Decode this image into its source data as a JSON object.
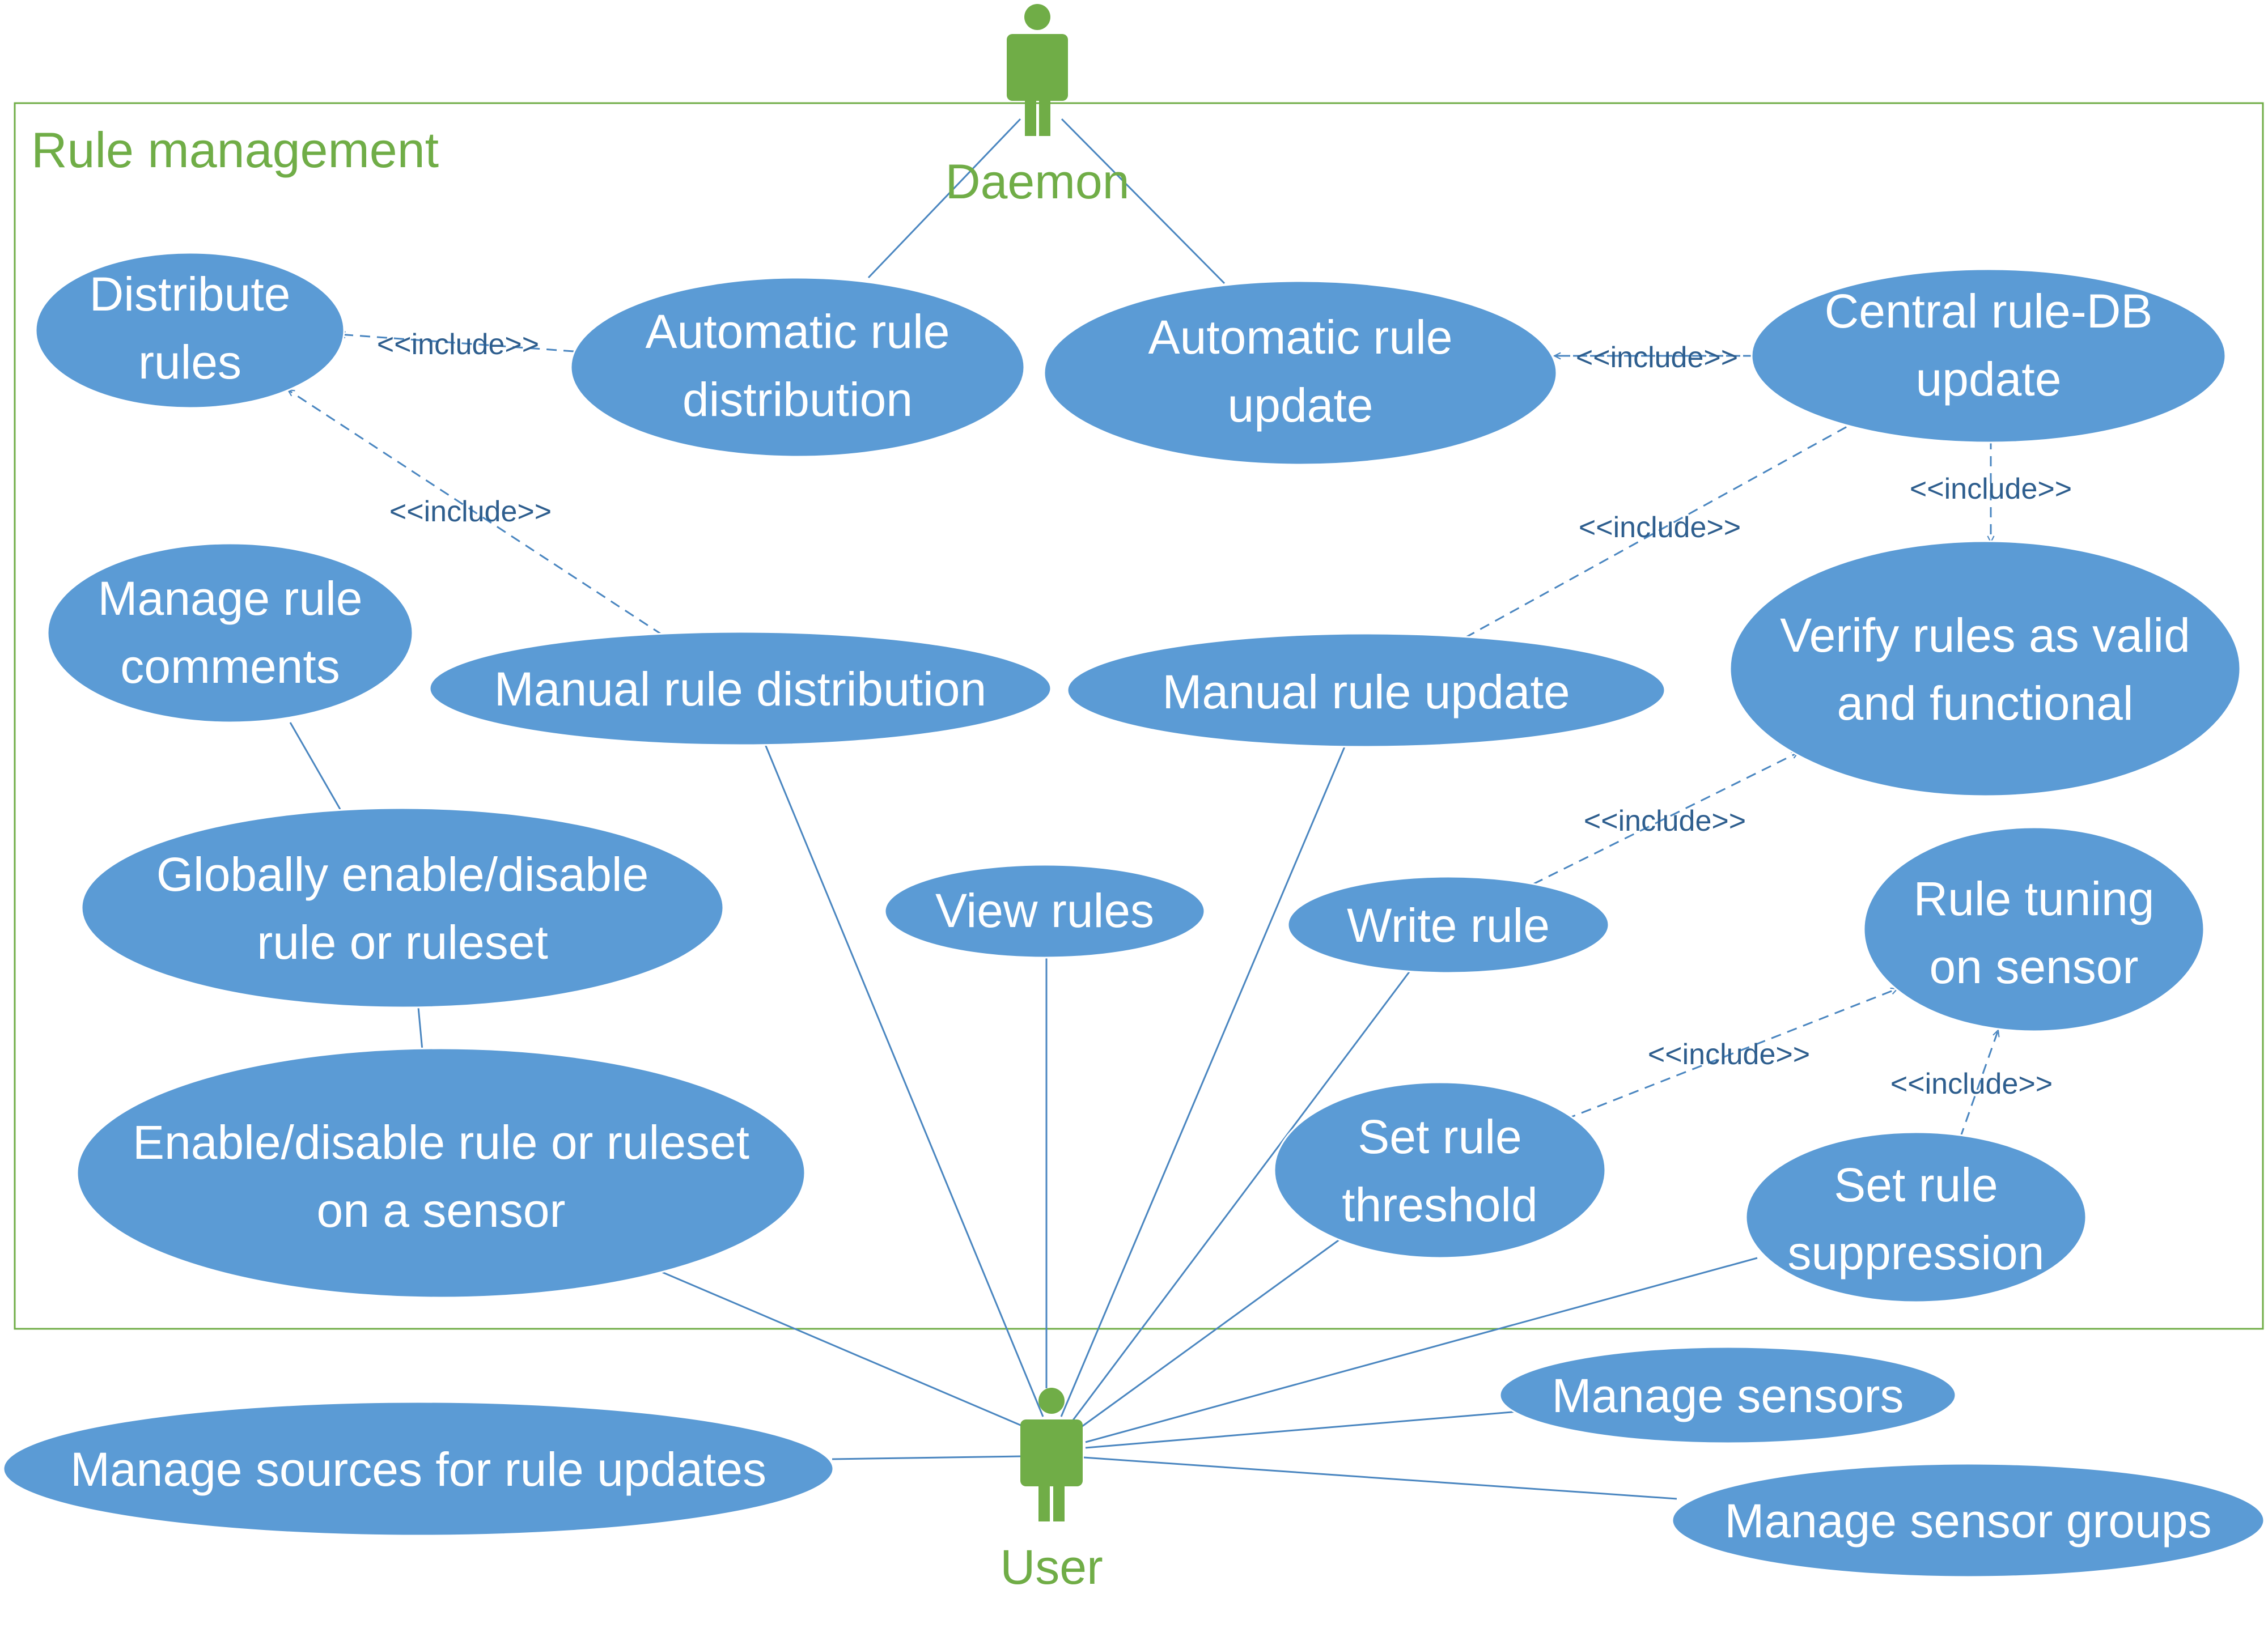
{
  "system": {
    "title": "Rule management"
  },
  "actors": {
    "daemon": "Daemon",
    "user": "User"
  },
  "include_label": "<<include>>",
  "use_cases": {
    "distribute_rules": [
      "Distribute",
      "rules"
    ],
    "automatic_rule_distribution": [
      "Automatic rule",
      "distribution"
    ],
    "automatic_rule_update": [
      "Automatic rule",
      "update"
    ],
    "central_rule_db_update": [
      "Central rule-DB",
      "update"
    ],
    "manage_rule_comments": [
      "Manage rule",
      "comments"
    ],
    "manual_rule_distribution": [
      "Manual rule distribution"
    ],
    "manual_rule_update": [
      "Manual rule update"
    ],
    "verify_rules": [
      "Verify rules as valid",
      "and functional"
    ],
    "globally_enable_disable": [
      "Globally enable/disable",
      "rule or ruleset"
    ],
    "view_rules": [
      "View rules"
    ],
    "write_rule": [
      "Write rule"
    ],
    "rule_tuning_on_sensor": [
      "Rule tuning",
      "on sensor"
    ],
    "enable_disable_on_sensor": [
      "Enable/disable rule or ruleset",
      "on a sensor"
    ],
    "set_rule_threshold": [
      "Set rule",
      "threshold"
    ],
    "set_rule_suppression": [
      "Set rule",
      "suppression"
    ],
    "manage_sensors": [
      "Manage sensors"
    ],
    "manage_sources": [
      "Manage sources for rule updates"
    ],
    "manage_sensor_groups": [
      "Manage sensor groups"
    ]
  },
  "colors": {
    "use_case_fill": "#5B9BD5",
    "use_case_text": "#FFFFFF",
    "actor": "#70AD47",
    "boundary": "#70AD47",
    "connector": "#4A86C0",
    "include_text": "#2E5E8E"
  }
}
